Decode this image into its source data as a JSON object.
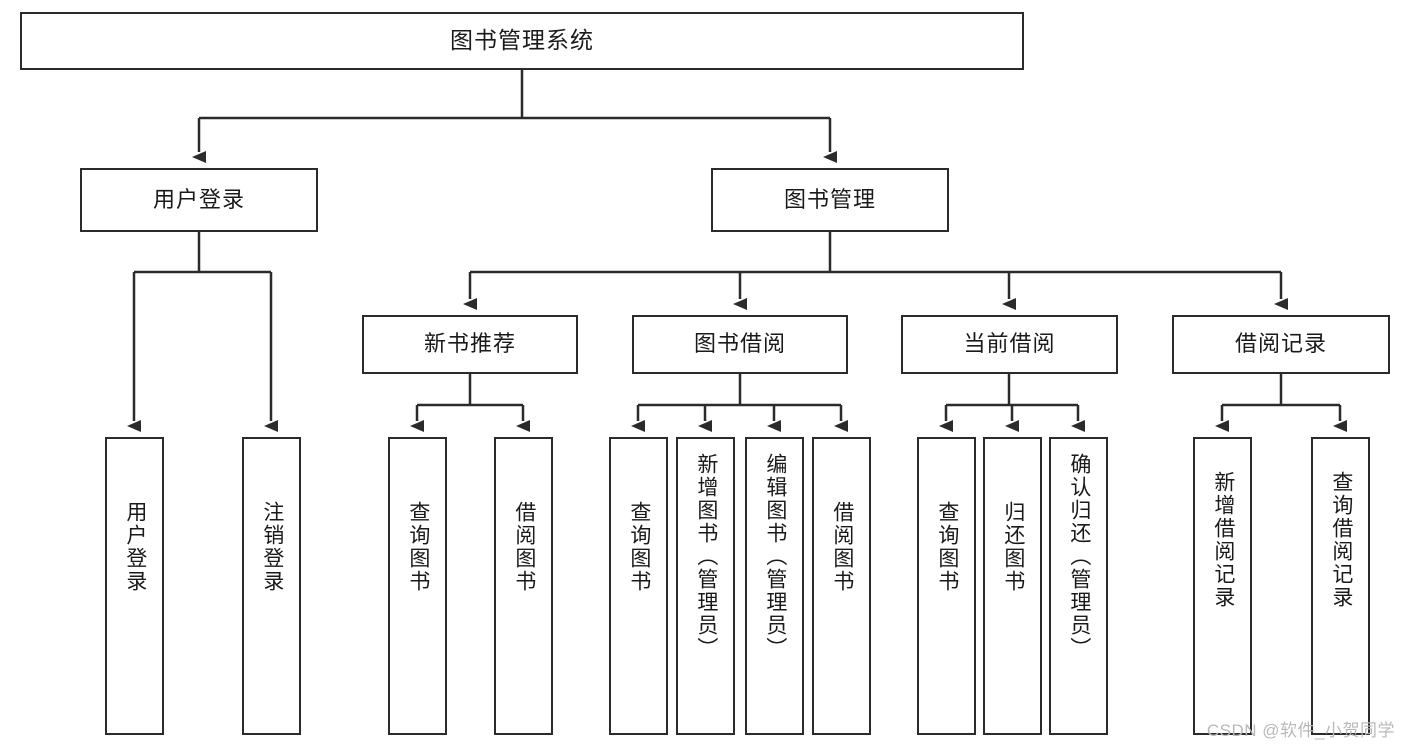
{
  "diagram": {
    "title": "图书管理系统",
    "watermark": "CSDN @软件_小贺同学",
    "colors": {
      "border": "#2b2b2b",
      "background": "#ffffff",
      "text": "#1a1a1a",
      "watermark": "#b9b9b9"
    },
    "root": {
      "label": "图书管理系统"
    },
    "level2": [
      {
        "label": "用户登录"
      },
      {
        "label": "图书管理"
      }
    ],
    "level3": [
      {
        "label": "新书推荐"
      },
      {
        "label": "图书借阅"
      },
      {
        "label": "当前借阅"
      },
      {
        "label": "借阅记录"
      }
    ],
    "leaves": {
      "user_login": [
        {
          "label": "用户登录"
        },
        {
          "label": "注销登录"
        }
      ],
      "new_book": [
        {
          "label": "查询图书"
        },
        {
          "label": "借阅图书"
        }
      ],
      "book_borrow": [
        {
          "label": "查询图书"
        },
        {
          "label": "新增图书（管理员）"
        },
        {
          "label": "编辑图书（管理员）"
        },
        {
          "label": "借阅图书"
        }
      ],
      "current_borrow": [
        {
          "label": "查询图书"
        },
        {
          "label": "归还图书"
        },
        {
          "label": "确认归还（管理员）"
        }
      ],
      "borrow_record": [
        {
          "label": "新增借阅记录"
        },
        {
          "label": "查询借阅记录"
        }
      ]
    }
  }
}
